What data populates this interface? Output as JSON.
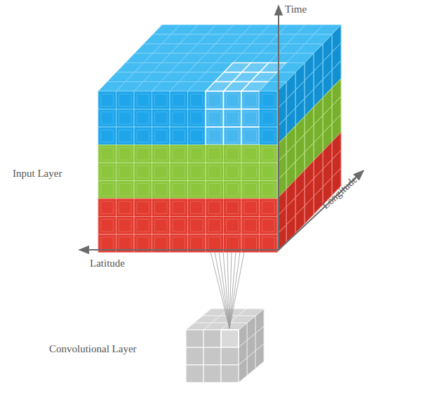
{
  "diagram": {
    "labels": [
      "Time",
      "Longitude",
      "Latitude",
      "Input Layer",
      "Convolutional Layer"
    ]
  }
}
